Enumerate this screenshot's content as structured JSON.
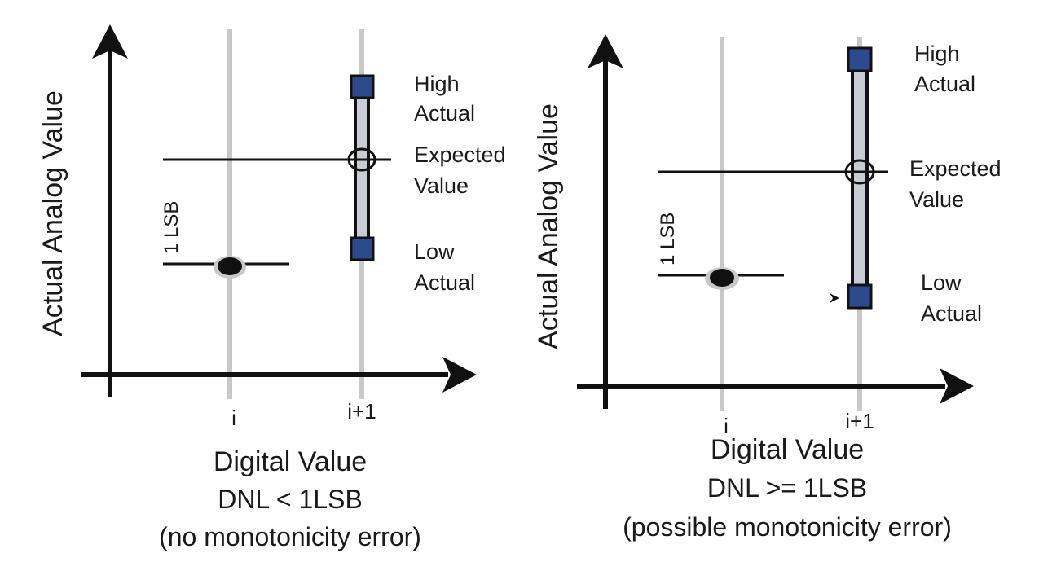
{
  "left": {
    "y_axis_label": "Actual Analog Value",
    "x_axis_label": "Digital Value",
    "tick_i": "i",
    "tick_i1": "i+1",
    "lsb_label": "1 LSB",
    "high_label": [
      "High",
      "Actual"
    ],
    "expected_label": [
      "Expected",
      "Value"
    ],
    "low_label": [
      "Low",
      "Actual"
    ],
    "caption": [
      "DNL < 1LSB",
      "(no monotonicity error)"
    ]
  },
  "right": {
    "y_axis_label": "Actual Analog Value",
    "x_axis_label": "Digital Value",
    "tick_i": "i",
    "tick_i1": "i+1",
    "lsb_label": "1 LSB",
    "high_label": [
      "High",
      "Actual"
    ],
    "expected_label": [
      "Expected",
      "Value"
    ],
    "low_label": [
      "Low",
      "Actual"
    ],
    "caption": [
      "DNL >= 1LSB",
      "(possible monotonicity error)"
    ]
  },
  "colors": {
    "marker_fill": "#2e4a8f",
    "bar_fill": "#c9ccd6",
    "guide": "#c8c8c8",
    "ink": "#111111"
  }
}
